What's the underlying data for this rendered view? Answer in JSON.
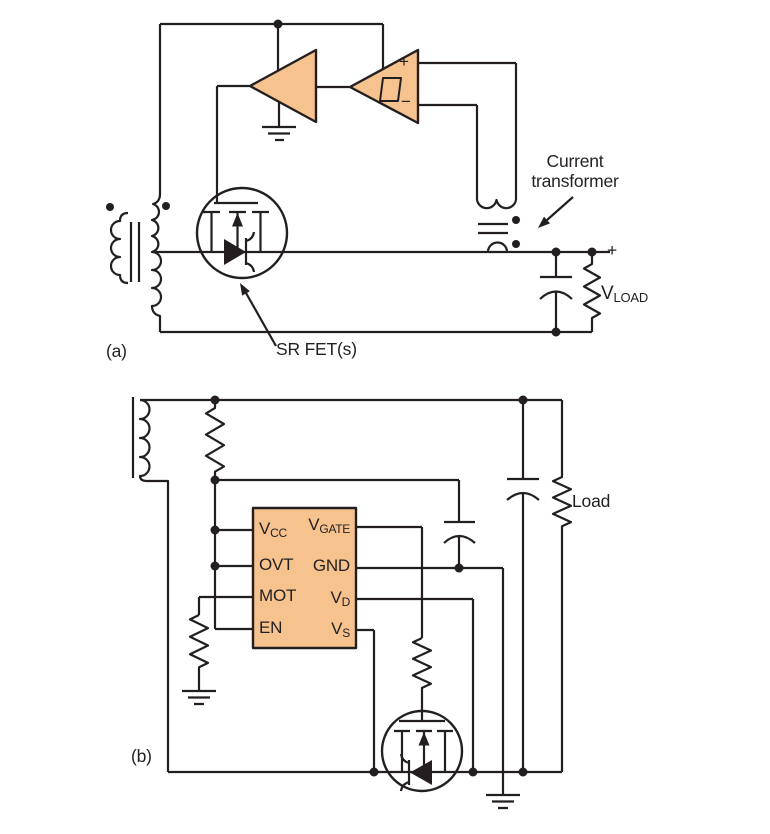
{
  "colors": {
    "component_fill": "#F6C28E",
    "line_color": "#231F20",
    "background": "#FFFFFF"
  },
  "circuit_a": {
    "label": "(a)",
    "comparator_plus": "+",
    "comparator_minus": "−",
    "current_transformer_label": {
      "line1": "Current",
      "line2": "transformer"
    },
    "sr_fet_label": "SR FET(s)",
    "output_plus": "+",
    "vload": {
      "main": "V",
      "sub": "LOAD"
    }
  },
  "circuit_b": {
    "label": "(b)",
    "load_label": "Load",
    "ic": {
      "left_pins": [
        {
          "main": "V",
          "sub": "CC"
        },
        {
          "main": "OVT",
          "sub": ""
        },
        {
          "main": "MOT",
          "sub": ""
        },
        {
          "main": "EN",
          "sub": ""
        }
      ],
      "right_pins": [
        {
          "main": "V",
          "sub": "GATE"
        },
        {
          "main": "GND",
          "sub": ""
        },
        {
          "main": "V",
          "sub": "D"
        },
        {
          "main": "V",
          "sub": "S"
        }
      ]
    }
  }
}
